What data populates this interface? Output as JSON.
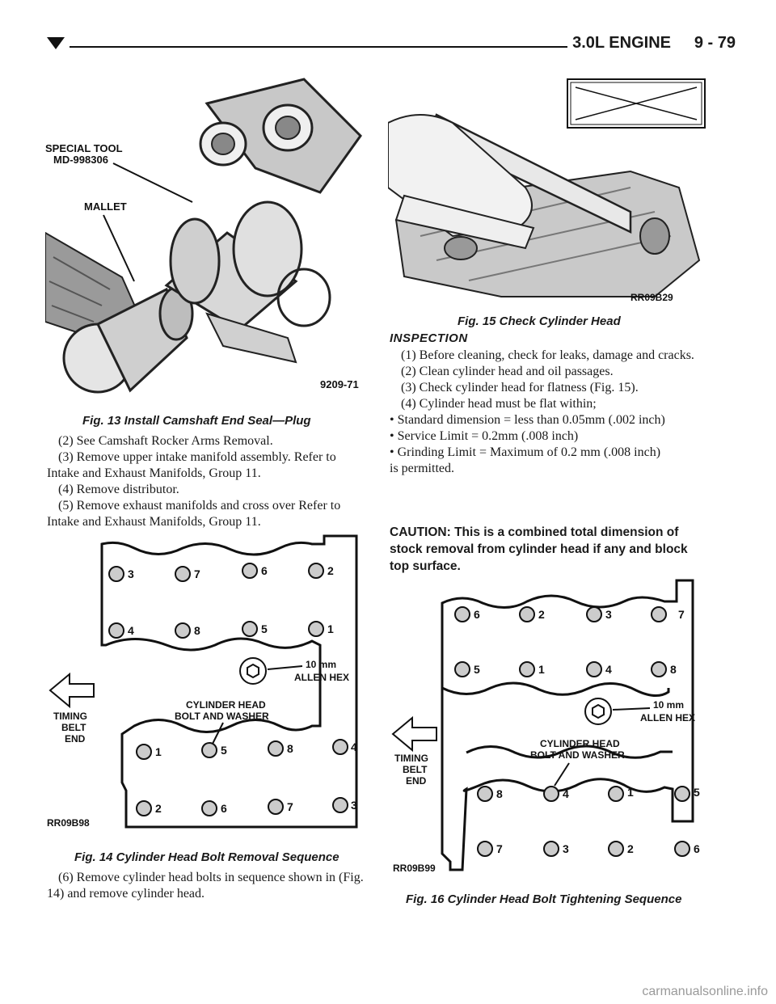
{
  "header": {
    "section": "3.0L ENGINE",
    "page": "9 - 79"
  },
  "fig13": {
    "caption": "Fig. 13 Install Camshaft End Seal—Plug",
    "labels": {
      "special_tool": "SPECIAL TOOL",
      "tool_number": "MD-998306",
      "mallet": "MALLET",
      "code": "9209-71"
    }
  },
  "left_steps": [
    "(2) See Camshaft Rocker Arms Removal.",
    "(3) Remove upper intake manifold assembly. Refer to Intake and Exhaust Manifolds, Group 11.",
    "(4) Remove distributor.",
    "(5) Remove exhaust manifolds and cross over Refer to Intake and Exhaust Manifolds, Group 11."
  ],
  "fig14": {
    "caption": "Fig. 14 Cylinder Head Bolt Removal Sequence",
    "code": "RR09B98",
    "top_row1": [
      "3",
      "7",
      "6",
      "2"
    ],
    "top_row2": [
      "4",
      "8",
      "5",
      "1"
    ],
    "bottom_row1": [
      "1",
      "5",
      "8",
      "4"
    ],
    "bottom_row2": [
      "2",
      "6",
      "7",
      "3"
    ],
    "allen1": "10 mm",
    "allen2": "ALLEN HEX",
    "bolt1": "CYLINDER HEAD",
    "bolt2": "BOLT AND WASHER",
    "timing1": "TIMING",
    "timing2": "BELT",
    "timing3": "END"
  },
  "step6": "(6) Remove cylinder head bolts in sequence shown in (Fig. 14) and remove cylinder head.",
  "fig15": {
    "caption": "Fig. 15 Check Cylinder Head",
    "code": "RR09B29"
  },
  "inspection": {
    "heading": "INSPECTION",
    "steps": [
      "(1) Before cleaning, check for leaks, damage and cracks.",
      "(2) Clean cylinder head and oil passages.",
      "(3) Check cylinder head for flatness (Fig. 15).",
      "(4) Cylinder head must be flat within;"
    ],
    "bullets": [
      "Standard dimension = less than 0.05mm (.002 inch)",
      "Service Limit = 0.2mm (.008 inch)",
      "Grinding Limit = Maximum of 0.2 mm (.008 inch)"
    ],
    "trailing": "is permitted.",
    "caution": "CAUTION: This is a combined total dimension of stock removal from cylinder head if any and block top surface."
  },
  "fig16": {
    "caption": "Fig. 16 Cylinder Head Bolt Tightening Sequence",
    "code": "RR09B99",
    "top_row1": [
      "6",
      "2",
      "3",
      "7"
    ],
    "top_row2": [
      "5",
      "1",
      "4",
      "8"
    ],
    "bottom_row1": [
      "8",
      "4",
      "1",
      "5"
    ],
    "bottom_row2": [
      "7",
      "3",
      "2",
      "6"
    ],
    "allen1": "10 mm",
    "allen2": "ALLEN HEX",
    "bolt1": "CYLINDER HEAD",
    "bolt2": "BOLT AND WASHER",
    "timing1": "TIMING",
    "timing2": "BELT",
    "timing3": "END"
  },
  "watermark": "carmanualsonline.info"
}
